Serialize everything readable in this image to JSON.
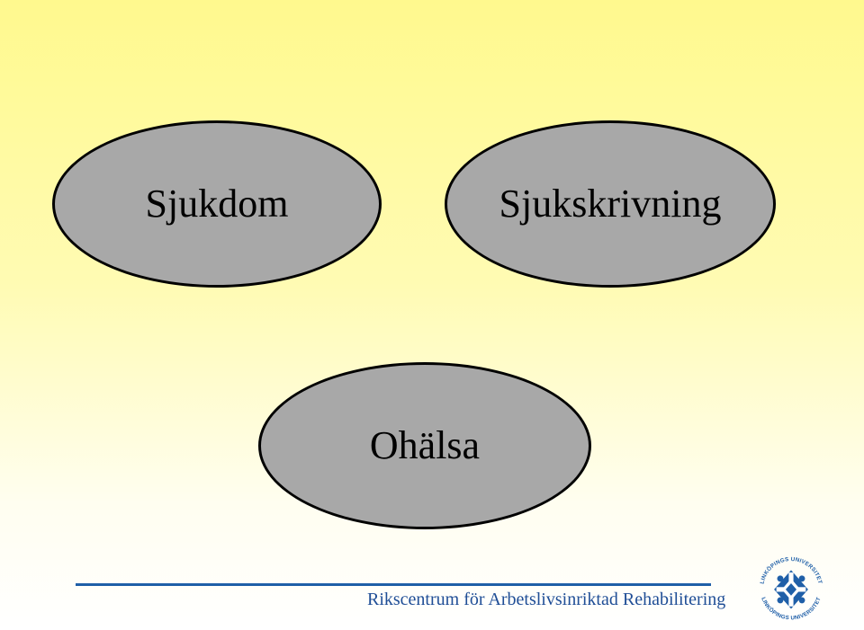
{
  "diagram": {
    "nodes": [
      {
        "id": "sjukdom",
        "label": "Sjukdom"
      },
      {
        "id": "sjukskrivning",
        "label": "Sjukskrivning"
      },
      {
        "id": "ohalsa",
        "label": "Ohälsa"
      }
    ],
    "node_fill": "#a8a8a8",
    "node_stroke": "#000000"
  },
  "footer": {
    "organization": "Rikscentrum för Arbetslivsinriktad Rehabilitering",
    "accent_color": "#1f5fa8"
  },
  "logo": {
    "icon": "linkoping-university-seal-icon",
    "text_top": "LINKÖPINGS UNIVERSITET",
    "text_bottom": "LINKÖPINGS UNIVERSITET"
  }
}
